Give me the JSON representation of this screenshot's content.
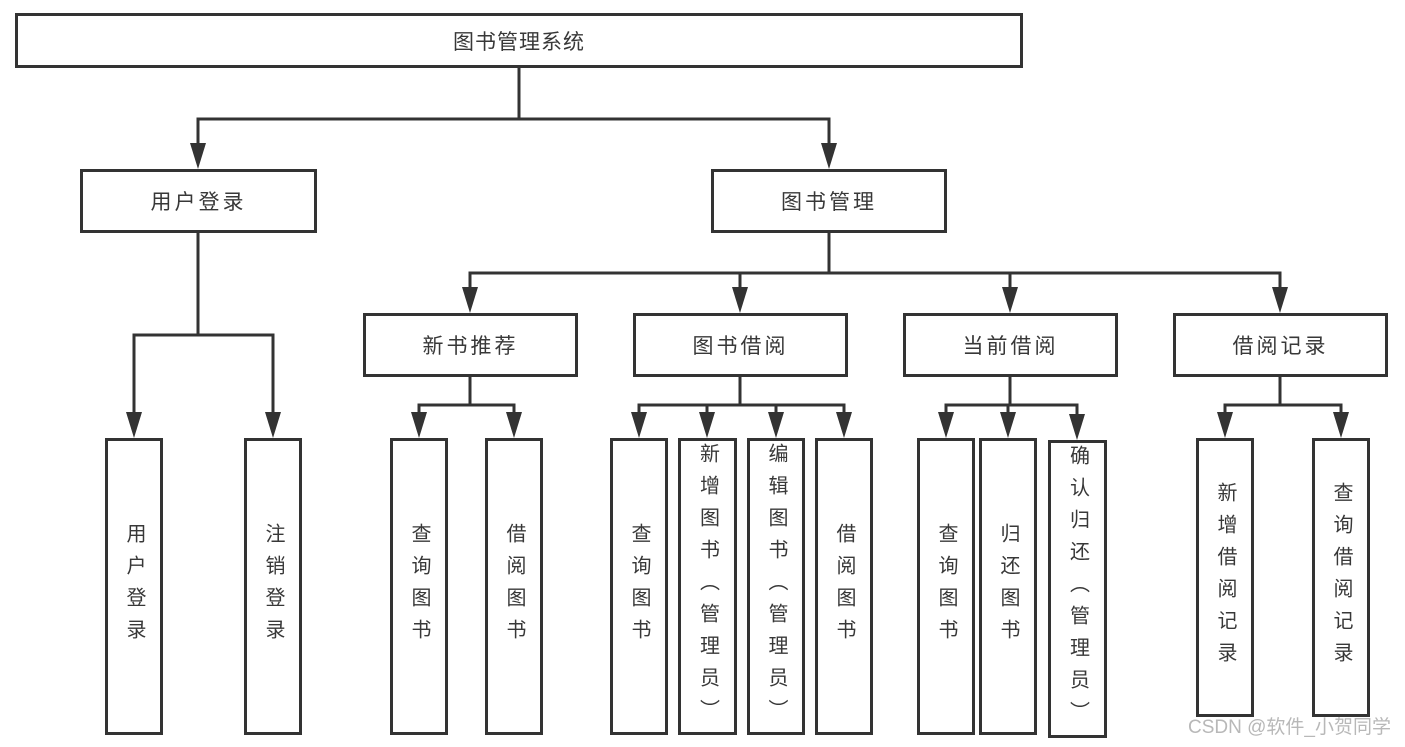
{
  "diagram": {
    "title": "图书管理系统",
    "root": {
      "label": "图书管理系统"
    },
    "level2": [
      {
        "id": "user-login",
        "label": "用户登录"
      },
      {
        "id": "book-mgmt",
        "label": "图书管理"
      }
    ],
    "level3": [
      {
        "id": "new-book-rec",
        "label": "新书推荐"
      },
      {
        "id": "book-borrow",
        "label": "图书借阅"
      },
      {
        "id": "current-borrow",
        "label": "当前借阅"
      },
      {
        "id": "borrow-record",
        "label": "借阅记录"
      }
    ],
    "leaves": [
      {
        "id": "user-login-leaf",
        "parent": "用户登录",
        "label": "用户登录"
      },
      {
        "id": "logout",
        "parent": "用户登录",
        "label": "注销登录"
      },
      {
        "id": "query-book-1",
        "parent": "新书推荐",
        "label": "查询图书"
      },
      {
        "id": "borrow-book-1",
        "parent": "新书推荐",
        "label": "借阅图书"
      },
      {
        "id": "query-book-2",
        "parent": "图书借阅",
        "label": "查询图书"
      },
      {
        "id": "add-book",
        "parent": "图书借阅",
        "label": "新增图书（管理员）"
      },
      {
        "id": "edit-book",
        "parent": "图书借阅",
        "label": "编辑图书（管理员）"
      },
      {
        "id": "borrow-book-2",
        "parent": "图书借阅",
        "label": "借阅图书"
      },
      {
        "id": "query-book-3",
        "parent": "当前借阅",
        "label": "查询图书"
      },
      {
        "id": "return-book",
        "parent": "当前借阅",
        "label": "归还图书"
      },
      {
        "id": "confirm-return",
        "parent": "当前借阅",
        "label": "确认归还（管理员）"
      },
      {
        "id": "add-borrow-record",
        "parent": "借阅记录",
        "label": "新增借阅记录"
      },
      {
        "id": "query-borrow-record",
        "parent": "借阅记录",
        "label": "查询借阅记录"
      }
    ]
  },
  "watermark": {
    "text": "CSDN @软件_小贺同学"
  },
  "colors": {
    "line": "#333333",
    "box_border": "#333333",
    "text": "#383838",
    "watermark": "#b8b8b8",
    "background": "#ffffff"
  }
}
